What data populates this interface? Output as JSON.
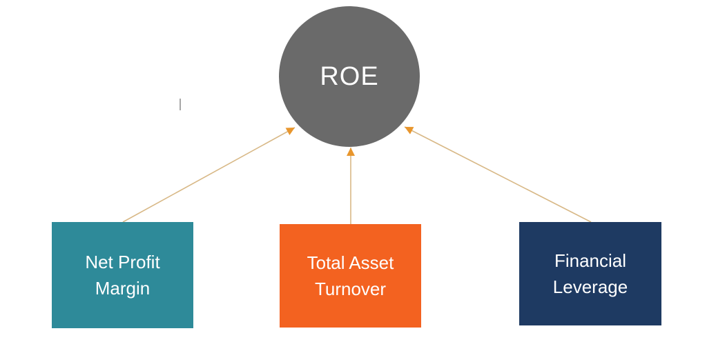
{
  "diagram": {
    "root": {
      "id": "roe",
      "label": "ROE",
      "shape": "circle",
      "color": "#6A6A6A",
      "text_color": "#FFFFFF"
    },
    "children": [
      {
        "id": "net-profit-margin",
        "label": "Net Profit Margin",
        "lines": [
          "Net Profit",
          "Margin"
        ],
        "color": "#2E8A99",
        "text_color": "#FFFFFF"
      },
      {
        "id": "total-asset-turnover",
        "label": "Total Asset Turnover",
        "lines": [
          "Total Asset",
          "Turnover"
        ],
        "color": "#F36220",
        "text_color": "#FFFFFF"
      },
      {
        "id": "financial-leverage",
        "label": "Financial Leverage",
        "lines": [
          "Financial",
          "Leverage"
        ],
        "color": "#1E3A62",
        "text_color": "#FFFFFF"
      }
    ],
    "edges": [
      {
        "from": "net-profit-margin",
        "to": "roe"
      },
      {
        "from": "total-asset-turnover",
        "to": "roe"
      },
      {
        "from": "financial-leverage",
        "to": "roe"
      }
    ]
  },
  "colors": {
    "background": "#FFFFFF",
    "arrow_line": "#D8B886",
    "arrow_head": "#E8962D"
  }
}
